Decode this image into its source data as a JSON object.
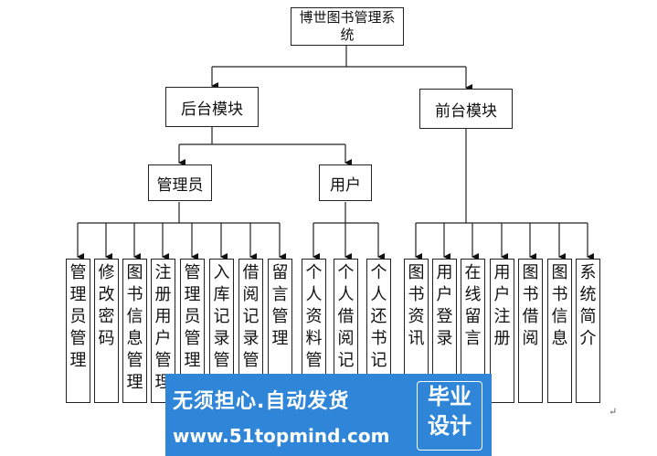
{
  "diagram": {
    "root": "博世图书管理系统",
    "modules": {
      "backend": "后台模块",
      "frontend": "前台模块"
    },
    "roles": {
      "admin": "管理员",
      "user": "用户"
    },
    "admin_items": [
      "管理员管理",
      "修改密码",
      "图书信息管理",
      "注册用户管理",
      "管理员管理",
      "入库记录管理",
      "借阅记录管理",
      "留言管理"
    ],
    "user_items": [
      "个人资料管理",
      "个人借阅记录",
      "个人还书记录"
    ],
    "frontend_items": [
      "图书资讯",
      "用户登录",
      "在线留言",
      "用户注册",
      "图书借阅",
      "图书信息",
      "系统简介"
    ]
  },
  "watermark": {
    "line1": "无须担心.自动发货",
    "line2": "www.51topmind.com",
    "badge_line1": "毕业",
    "badge_line2": "设计"
  },
  "return_mark": "↵"
}
